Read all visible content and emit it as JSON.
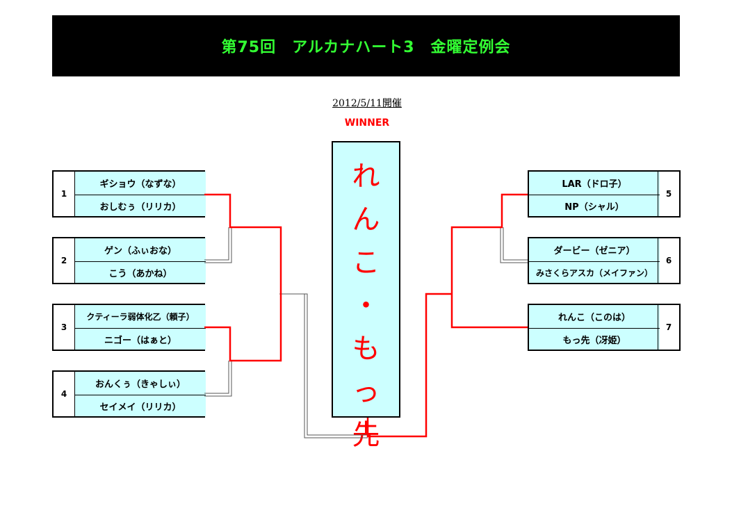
{
  "title": "第75回　アルカナハート3　金曜定例会",
  "date": "2012/5/11開催",
  "winner_label": "WINNER",
  "winner": {
    "chars": [
      "れ",
      "ん",
      "こ",
      "・",
      "も",
      "っ",
      "先"
    ]
  },
  "teams": [
    {
      "num": "1",
      "p1": "ギショウ（なずな）",
      "p2": "おしむぅ（リリカ）"
    },
    {
      "num": "2",
      "p1": "ゲン（ふぃおな）",
      "p2": "こう（あかね）"
    },
    {
      "num": "3",
      "p1": "クティーラ弱体化乙（頼子）",
      "p2": "ニゴー（はぁと）"
    },
    {
      "num": "4",
      "p1": "おんくぅ（きゃしぃ）",
      "p2": "セイメイ（リリカ）"
    },
    {
      "num": "5",
      "p1": "LAR（ドロ子）",
      "p2": "NP（シャル）"
    },
    {
      "num": "6",
      "p1": "ダービー（ゼニア）",
      "p2": "みさくらアスカ（メイファン）"
    },
    {
      "num": "7",
      "p1": "れんこ（このは）",
      "p2": "もっ先（冴姫）"
    }
  ],
  "colors": {
    "title_text": "#33ff33",
    "winner_text": "#ff0000",
    "win_line": "#ff0000",
    "lose_line": "#555555",
    "box_fill": "#ccffff"
  }
}
